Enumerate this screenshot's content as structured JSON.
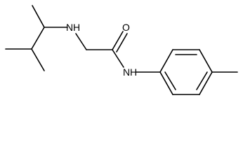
{
  "molecule": {
    "atoms": {
      "secondary_amine": "N",
      "amine_hydrogen": "H",
      "carbonyl_oxygen": "O",
      "amide_nitrogen": "N",
      "amide_hydrogen": "H"
    },
    "colors": {
      "bond": "#000000",
      "label": "#000000",
      "background": "#ffffff"
    }
  }
}
